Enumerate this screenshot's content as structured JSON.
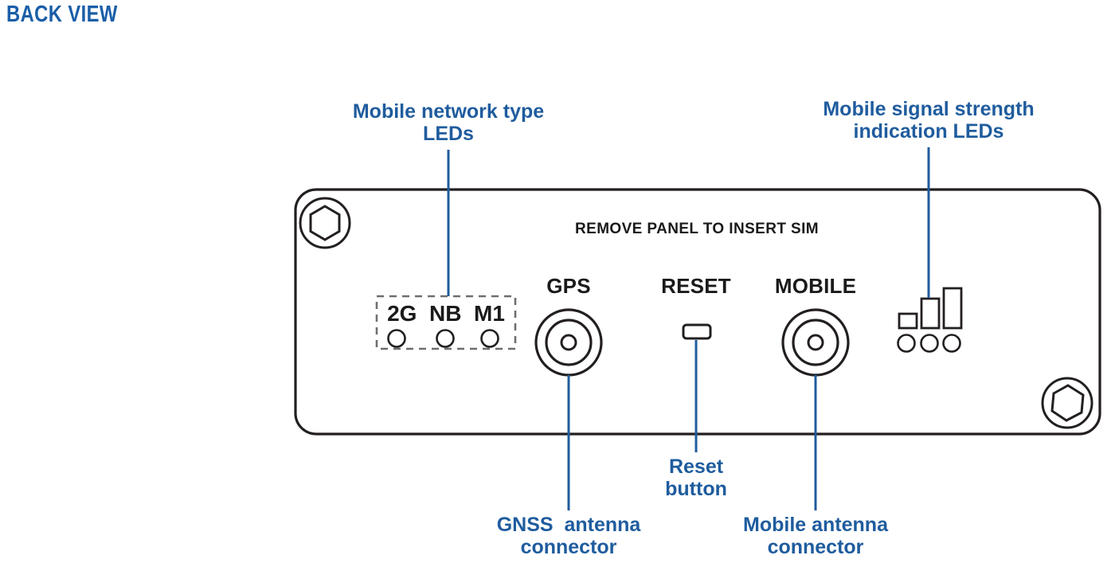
{
  "title": "BACK VIEW",
  "colors": {
    "callout_blue": "#1f5c9e",
    "title_blue": "#1a5ea8",
    "outline_black": "#231f20",
    "background": "#ffffff"
  },
  "callouts": [
    {
      "name": "mobile-network-type-leds",
      "text": "Mobile network type\nLEDs",
      "position": "top-left"
    },
    {
      "name": "mobile-signal-strength-leds",
      "text": "Mobile signal strength\nindication LEDs",
      "position": "top-right"
    },
    {
      "name": "reset-button",
      "text": "Reset\nbutton",
      "position": "bottom-center"
    },
    {
      "name": "gnss-antenna-connector",
      "text": "GNSS  antenna\nconnector",
      "position": "bottom-left"
    },
    {
      "name": "mobile-antenna-connector",
      "text": "Mobile antenna\nconnector",
      "position": "bottom-right"
    }
  ],
  "panel": {
    "sim_notice": "REMOVE PANEL TO INSERT SIM",
    "port_labels": {
      "gps": "GPS",
      "reset": "RESET",
      "mobile": "MOBILE"
    },
    "network_leds": {
      "labels": [
        "2G",
        "NB",
        "M1"
      ],
      "led_count": 3,
      "grouped_label": "2G  NB  M1"
    },
    "signal_leds": {
      "bar_count": 3,
      "led_count": 3
    },
    "screws": [
      {
        "name": "screw-top-left"
      },
      {
        "name": "screw-bottom-right"
      }
    ]
  }
}
